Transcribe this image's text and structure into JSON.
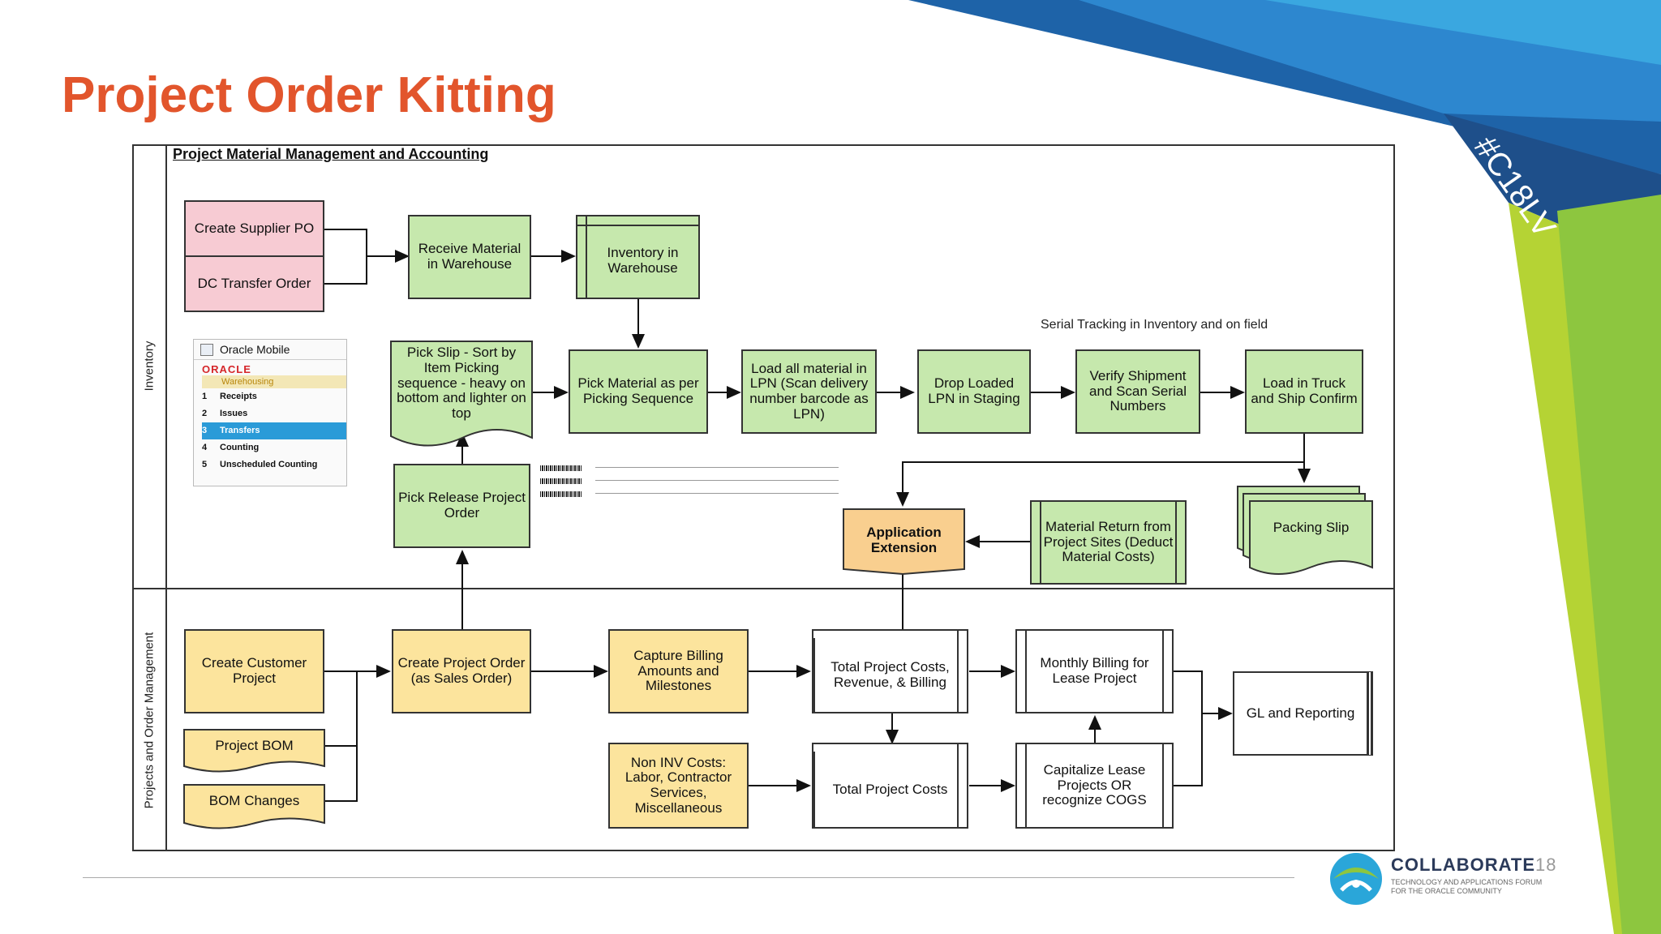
{
  "slide": {
    "title": "Project Order Kitting",
    "hashtag": "#C18LV",
    "diagram_title": "Project Material Management and Accounting"
  },
  "lanes": {
    "top": "Inventory",
    "bottom": "Projects and Order Management"
  },
  "boxes": {
    "create_supplier_po": "Create Supplier PO",
    "dc_transfer_order": "DC Transfer Order",
    "receive_material": "Receive Material in Warehouse",
    "inventory_in_warehouse": "Inventory in Warehouse",
    "pick_slip": "Pick Slip - Sort by Item Picking sequence - heavy on bottom and lighter on top",
    "pick_material": "Pick  Material as per Picking Sequence",
    "load_lpn": "Load all material in LPN (Scan delivery number barcode as LPN)",
    "drop_loaded": "Drop Loaded LPN in Staging",
    "verify_shipment": "Verify Shipment and Scan Serial Numbers",
    "load_truck": "Load in Truck and Ship Confirm",
    "pick_release": "Pick Release Project Order",
    "application_extension": "Application Extension",
    "material_return": "Material Return from Project Sites (Deduct Material Costs)",
    "packing_slip": "Packing Slip",
    "create_customer_project": "Create Customer Project",
    "project_bom": "Project BOM",
    "bom_changes": "BOM Changes",
    "create_project_order": "Create Project Order (as Sales Order)",
    "capture_billing": "Capture Billing Amounts and Milestones",
    "non_inv_costs": "Non INV Costs: Labor, Contractor Services, Miscellaneous",
    "total_costs_revenue": "Total Project Costs, Revenue, & Billing",
    "total_costs": "Total Project Costs",
    "monthly_billing": "Monthly  Billing for Lease Project",
    "capitalize": "Capitalize Lease Projects OR recognize COGS",
    "gl_reporting": "GL and Reporting"
  },
  "notes": {
    "serial_tracking": "Serial Tracking in Inventory and on field"
  },
  "mobile": {
    "header": "Oracle Mobile",
    "logo": "ORACLE",
    "subtitle": "Warehousing",
    "menu": [
      {
        "num": "1",
        "label": "Receipts"
      },
      {
        "num": "2",
        "label": "Issues"
      },
      {
        "num": "3",
        "label": "Transfers"
      },
      {
        "num": "4",
        "label": "Counting"
      },
      {
        "num": "5",
        "label": "Unscheduled Counting"
      }
    ]
  },
  "footer": {
    "brand": "COLLABORATE",
    "brand_num": "18",
    "tagline_1": "TECHNOLOGY AND APPLICATIONS FORUM",
    "tagline_2": "FOR THE ORACLE COMMUNITY"
  },
  "colors": {
    "title": "#e2552c",
    "green": "#c6e8ad",
    "pink": "#f7cbd3",
    "yellow": "#fce49d",
    "orange": "#f9cf8f",
    "deco_blue": "#1f6fb5",
    "deco_teal": "#2aa6d9",
    "deco_lime": "#b5d334"
  }
}
